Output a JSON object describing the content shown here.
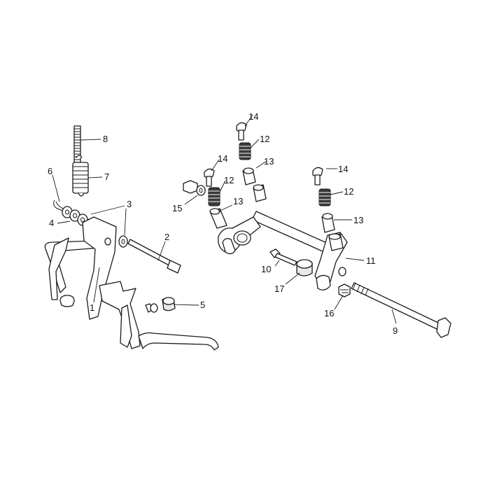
{
  "callouts": [
    {
      "id": "c1",
      "text": "1"
    },
    {
      "id": "c2",
      "text": "2"
    },
    {
      "id": "c3",
      "text": "3"
    },
    {
      "id": "c4",
      "text": "4"
    },
    {
      "id": "c5",
      "text": "5"
    },
    {
      "id": "c6",
      "text": "6"
    },
    {
      "id": "c7",
      "text": "7"
    },
    {
      "id": "c8",
      "text": "8"
    },
    {
      "id": "c9",
      "text": "9"
    },
    {
      "id": "c10",
      "text": "10"
    },
    {
      "id": "c11",
      "text": "11"
    },
    {
      "id": "c12a",
      "text": "12"
    },
    {
      "id": "c12b",
      "text": "12"
    },
    {
      "id": "c12c",
      "text": "12"
    },
    {
      "id": "c13a",
      "text": "13"
    },
    {
      "id": "c13b",
      "text": "13"
    },
    {
      "id": "c13c",
      "text": "13"
    },
    {
      "id": "c14a",
      "text": "14"
    },
    {
      "id": "c14b",
      "text": "14"
    },
    {
      "id": "c14c",
      "text": "14"
    },
    {
      "id": "c15",
      "text": "15"
    },
    {
      "id": "c16",
      "text": "16"
    },
    {
      "id": "c17",
      "text": "17"
    }
  ]
}
